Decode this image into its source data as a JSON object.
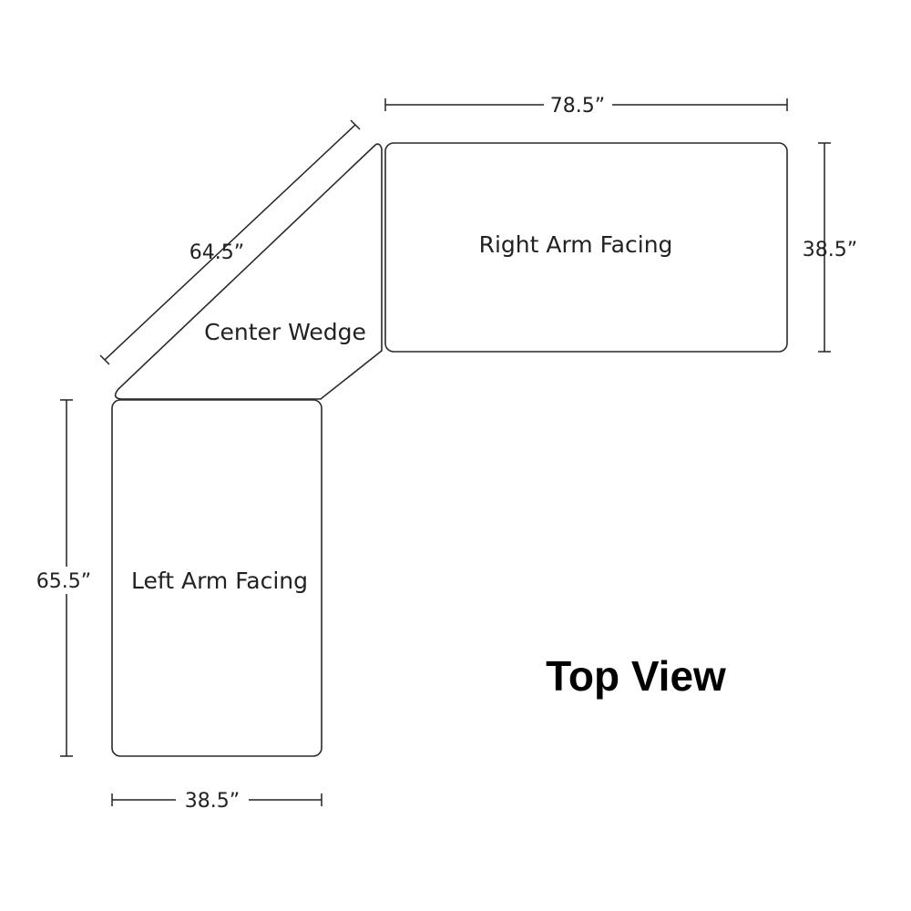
{
  "pieces": {
    "right_arm": "Right Arm Facing",
    "center_wedge": "Center Wedge",
    "left_arm": "Left Arm Facing"
  },
  "dimensions": {
    "top_width": "78.5”",
    "right_depth": "38.5”",
    "wedge_length": "64.5”",
    "left_length": "65.5”",
    "bottom_width": "38.5”"
  },
  "view_label": "Top View"
}
